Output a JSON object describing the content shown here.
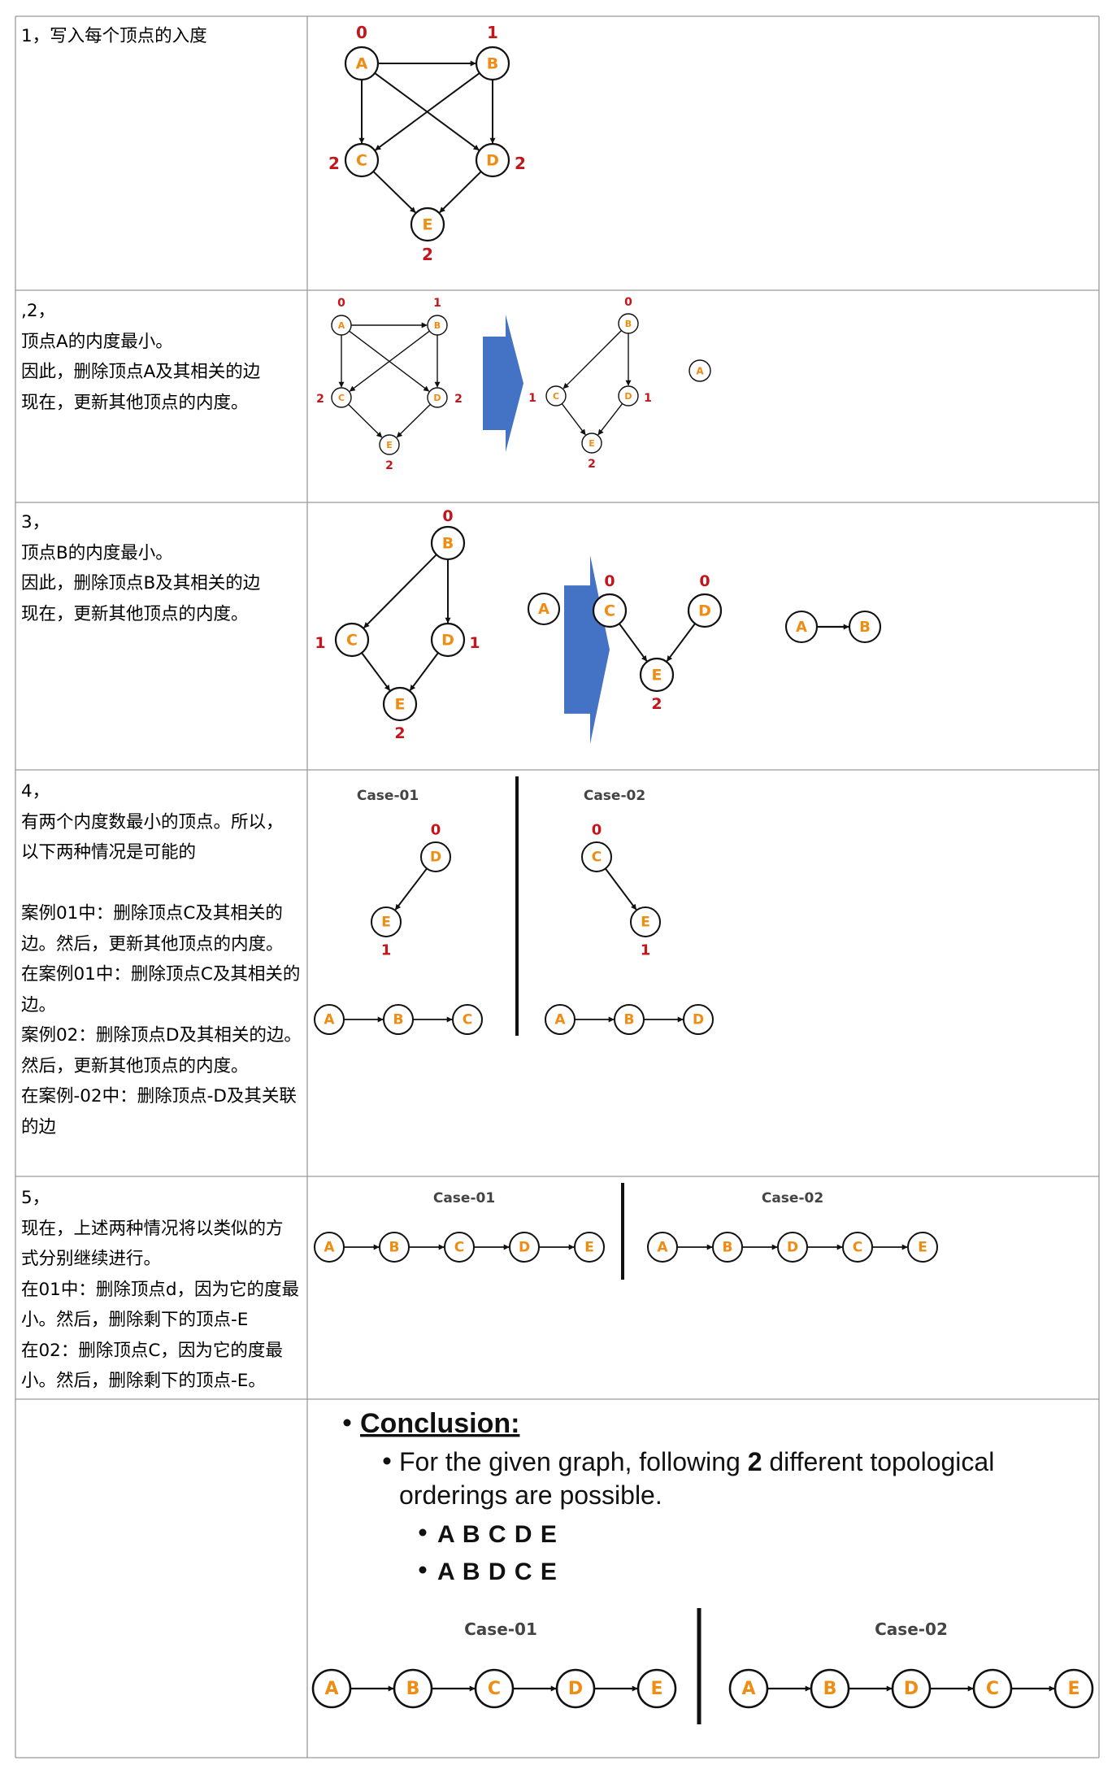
{
  "rows": [
    {
      "lines": [
        "1，写入每个顶点的入度"
      ]
    },
    {
      "lines": [
        ",2，",
        "顶点A的内度最小。",
        "因此，删除顶点A及其相关的边",
        "现在，更新其他顶点的内度。"
      ]
    },
    {
      "lines": [
        "3，",
        "顶点B的内度最小。",
        "因此，删除顶点B及其相关的边",
        "现在，更新其他顶点的内度。"
      ]
    },
    {
      "lines": [
        "4，",
        "有两个内度数最小的顶点。所以，",
        "以下两种情况是可能的",
        "",
        "案例01中：删除顶点C及其相关的",
        "边。然后，更新其他顶点的内度。",
        "在案例01中：删除顶点C及其相关的",
        "边。",
        "案例02：删除顶点D及其相关的边。",
        "然后，更新其他顶点的内度。",
        "在案例-02中：删除顶点-D及其关联",
        "的边"
      ]
    },
    {
      "lines": [
        "5，",
        "现在，上述两种情况将以类似的方",
        "式分别继续进行。",
        "在01中：删除顶点d，因为它的度最",
        "小。然后，删除剩下的顶点-E",
        "在02：删除顶点C，因为它的度最",
        "小。然后，删除剩下的顶点-E。"
      ]
    },
    {
      "lines": []
    }
  ],
  "graph": {
    "vertices": [
      "A",
      "B",
      "C",
      "D",
      "E"
    ],
    "edges": [
      [
        "A",
        "B"
      ],
      [
        "A",
        "C"
      ],
      [
        "A",
        "D"
      ],
      [
        "B",
        "C"
      ],
      [
        "B",
        "D"
      ],
      [
        "C",
        "E"
      ],
      [
        "D",
        "E"
      ]
    ],
    "in_degree": {
      "A": "0",
      "B": "1",
      "C": "2",
      "D": "2",
      "E": "2"
    }
  },
  "step2": {
    "after_degrees": {
      "B": "0",
      "C": "1",
      "D": "1",
      "E": "2"
    },
    "removed": [
      "A"
    ]
  },
  "step3": {
    "after_degrees": {
      "C": "0",
      "D": "0",
      "E": "2"
    },
    "removed": [
      "A"
    ],
    "sequence": [
      "A",
      "B"
    ]
  },
  "step4": {
    "case1": {
      "caption": "Case-01",
      "top_degree": "0",
      "bottom_degree": "1",
      "sequence": [
        "A",
        "B",
        "C"
      ]
    },
    "case2": {
      "caption": "Case-02",
      "top_degree": "0",
      "bottom_degree": "1",
      "sequence": [
        "A",
        "B",
        "D"
      ]
    }
  },
  "step5": {
    "case1": {
      "caption": "Case-01",
      "sequence": [
        "A",
        "B",
        "C",
        "D",
        "E"
      ]
    },
    "case2": {
      "caption": "Case-02",
      "sequence": [
        "A",
        "B",
        "D",
        "C",
        "E"
      ]
    }
  },
  "conclusion": {
    "heading": "Conclusion:",
    "sentence_pre": "For the given graph, following ",
    "sentence_bold": "2",
    "sentence_post": " different topological",
    "sentence_line2": "orderings are possible.",
    "orderings": [
      "A B C D E",
      "A B D C E"
    ],
    "case1": {
      "caption": "Case-01",
      "sequence": [
        "A",
        "B",
        "C",
        "D",
        "E"
      ]
    },
    "case2": {
      "caption": "Case-02",
      "sequence": [
        "A",
        "B",
        "D",
        "C",
        "E"
      ]
    }
  },
  "colors": {
    "node_label": "#f08c12",
    "degree": "#c4151c",
    "arrow_shape": "#4472c4",
    "border": "#9a9a9a"
  }
}
